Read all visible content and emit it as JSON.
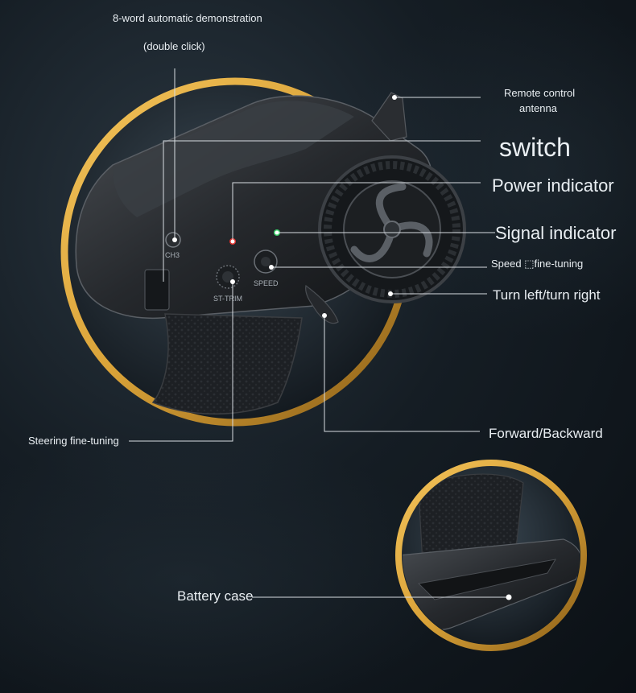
{
  "labels": {
    "demo": "8-word automatic demonstration",
    "double_click": "(double click)",
    "antenna_line1": "Remote control",
    "antenna_line2": "antenna",
    "switch": "switch",
    "power": "Power indicator",
    "signal": "Signal indicator",
    "speed_tuning": "Speed ⬚fine-tuning",
    "turn": "Turn left/turn right",
    "forward": "Forward/Backward",
    "steering": "Steering fine-tuning",
    "battery": "Battery case"
  },
  "device_marks": {
    "ch3": "CH3",
    "st_trim": "ST-TRIM",
    "speed": "SPEED"
  },
  "colors": {
    "ring_gold": "#d9a238",
    "label_text": "#e9eef2",
    "body_dark": "#1c1f23",
    "led_red": "#e0322e",
    "led_green": "#3bd16a"
  }
}
